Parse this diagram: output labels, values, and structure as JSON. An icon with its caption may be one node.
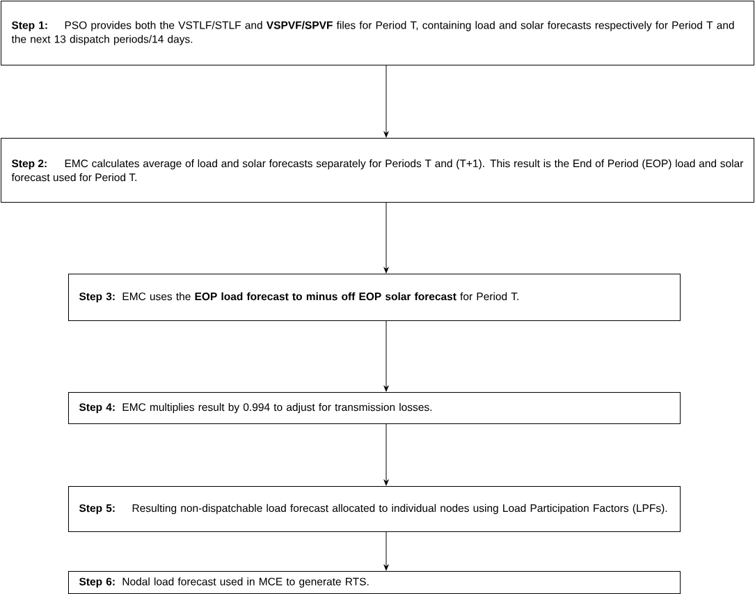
{
  "diagram": {
    "nodes": [
      {
        "text": [
          "Step 1:",
          "PSO provides both the VSTLF/STLF and **VSPVF/SPVF** files for Period T, containing load and solar forecasts respectively for Period T and the next 13 dispatch periods/14 days."
        ]
      },
      {
        "text": [
          "Step 2:",
          "EMC calculates average of load and solar forecasts separately for Periods T and (T+1). This result is the End of Period (EOP) load and solar forecast used for Period T."
        ]
      },
      {
        "text": [
          "Step 3:",
          "EMC uses the **EOP load forecast to minus off EOP solar forecast** for Period T."
        ]
      },
      {
        "text": [
          "Step 4:",
          "EMC multiplies result by 0.994 to adjust for transmission losses."
        ]
      },
      {
        "text": [
          "Step 5:",
          "Resulting non-dispatchable load forecast allocated to individual nodes using Load Participation Factors (LPFs)."
        ]
      },
      {
        "text": [
          "Step 6:",
          "Nodal load forecast used in MCE to generate RTS."
        ]
      }
    ],
    "edges": [
      {
        "from": 0,
        "to": 1,
        "arrow": "to"
      },
      {
        "from": 1,
        "to": 2,
        "arrow": "to"
      },
      {
        "from": 2,
        "to": 3,
        "arrow": "to"
      },
      {
        "from": 3,
        "to": 4,
        "arrow": "to"
      },
      {
        "from": 4,
        "to": 5,
        "arrow": "to"
      }
    ]
  }
}
